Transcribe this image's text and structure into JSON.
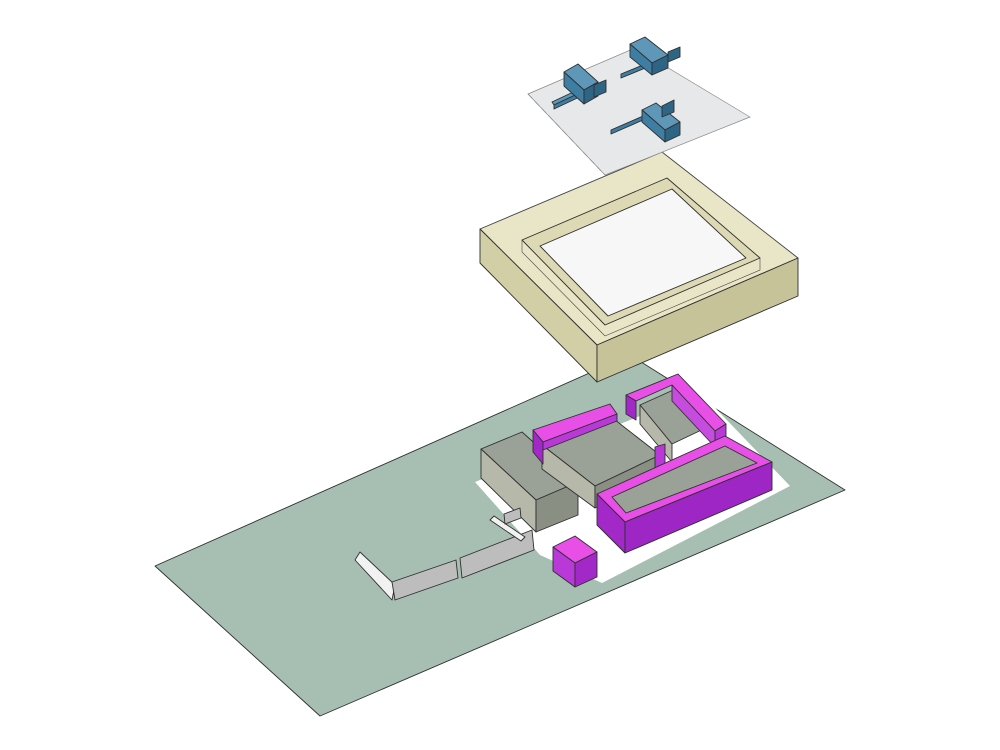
{
  "diagram": {
    "type": "exploded-axonometric",
    "labels": []
  },
  "colors": {
    "background": "#ffffff",
    "ground_plane": "#a6bfb2",
    "ground_plane_edge": "#2e3e36",
    "pad": "#ffffff",
    "magenta_top": "#e84fe6",
    "magenta_front": "#a229c8",
    "magenta_side": "#b838d8",
    "gray_glass_top": "#9aa298",
    "gray_glass_front": "#b6b9a9",
    "gray_glass_side": "#8a8f84",
    "wall_light": "#f2f2f2",
    "wall_dark": "#bdbdbd",
    "roof_ring_top": "#e7e4c1",
    "roof_ring_front": "#d2cfa6",
    "roof_ring_side": "#c6c398",
    "roof_inner": "#f7f7f7",
    "equipment_plane": "#e7e8ea",
    "equipment_top": "#5f97b8",
    "equipment_front": "#3f7ea3",
    "equipment_side": "#2e6585"
  },
  "layers": [
    {
      "id": "equipment",
      "components": [
        "equipment-unit",
        "equipment-unit",
        "equipment-unit"
      ]
    },
    {
      "id": "roof-ring",
      "components": [
        "roof-parapet",
        "roof-inner-slab"
      ]
    },
    {
      "id": "ground",
      "components": [
        "ground-plane",
        "building-block",
        "fence-wall"
      ]
    }
  ]
}
